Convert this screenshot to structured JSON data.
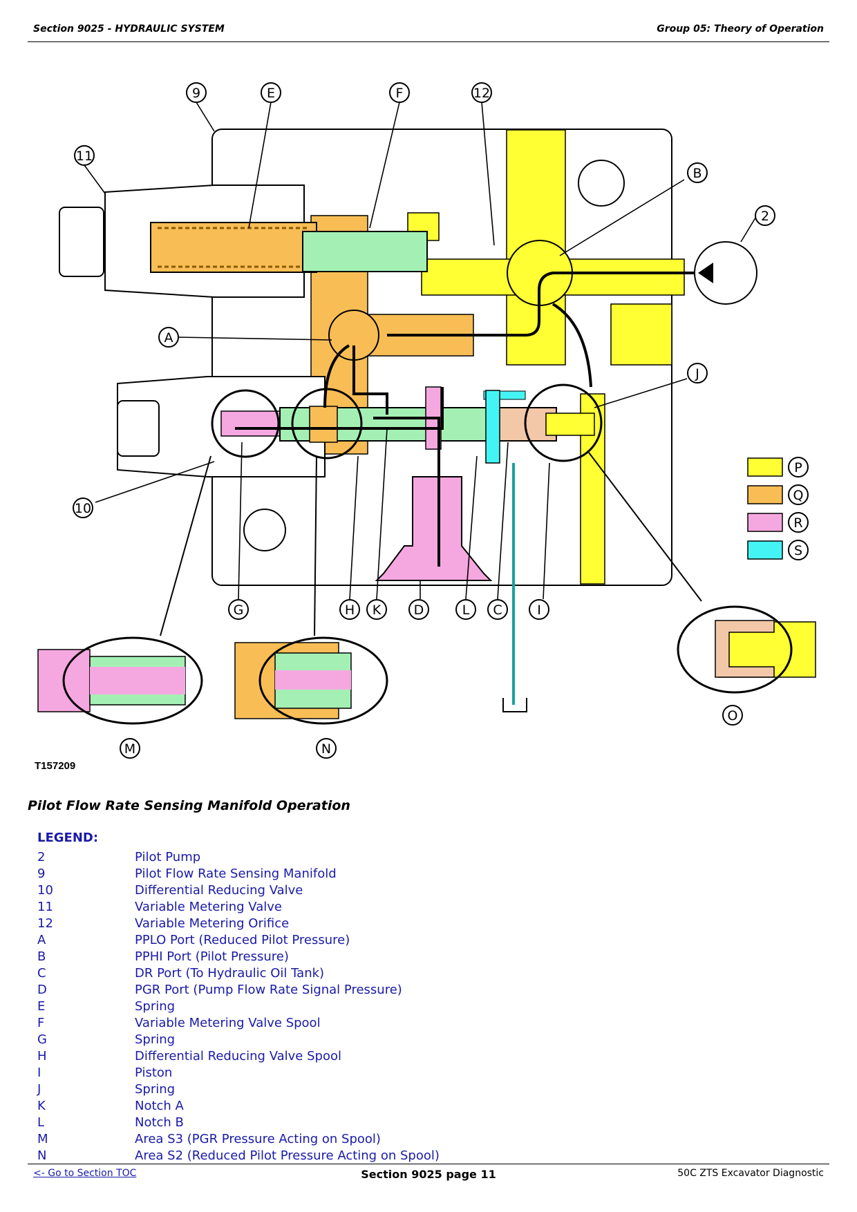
{
  "header": {
    "section": "Section 9025 - HYDRAULIC SYSTEM",
    "group": "Group 05: Theory of Operation"
  },
  "figure": {
    "id": "T157209",
    "caption": "Pilot Flow Rate Sensing Manifold Operation",
    "callouts": {
      "c9": "9",
      "cE": "E",
      "cF": "F",
      "c12": "12",
      "c11": "11",
      "cB": "B",
      "c2": "2",
      "cA": "A",
      "cJ": "J",
      "c10": "10",
      "cG": "G",
      "cH": "H",
      "cK": "K",
      "cD": "D",
      "cL": "L",
      "cC": "C",
      "cI": "I",
      "cM": "M",
      "cN": "N",
      "cO": "O"
    },
    "color_key": [
      {
        "label": "P",
        "color": "#ffff33"
      },
      {
        "label": "Q",
        "color": "#f8bd55"
      },
      {
        "label": "R",
        "color": "#f5a8e0"
      },
      {
        "label": "S",
        "color": "#44f4f4"
      }
    ],
    "colors": {
      "pilot_pressure": "#ffff33",
      "reduced_pilot": "#f8bd55",
      "signal_pressure": "#f5a8e0",
      "tank": "#44f4f4",
      "spool": "#a4f0b4",
      "piston": "#f2c8a8"
    }
  },
  "legend": {
    "title": "LEGEND:",
    "items": [
      {
        "key": "2",
        "text": "Pilot Pump"
      },
      {
        "key": "9",
        "text": "Pilot Flow Rate Sensing Manifold"
      },
      {
        "key": "10",
        "text": "Differential Reducing Valve"
      },
      {
        "key": "11",
        "text": "Variable Metering Valve"
      },
      {
        "key": "12",
        "text": "Variable Metering Orifice"
      },
      {
        "key": "A",
        "text": "PPLO Port (Reduced Pilot Pressure)"
      },
      {
        "key": "B",
        "text": "PPHI Port (Pilot Pressure)"
      },
      {
        "key": "C",
        "text": "DR Port (To Hydraulic Oil Tank)"
      },
      {
        "key": "D",
        "text": "PGR Port (Pump Flow Rate Signal Pressure)"
      },
      {
        "key": "E",
        "text": "Spring"
      },
      {
        "key": "F",
        "text": "Variable Metering Valve Spool"
      },
      {
        "key": "G",
        "text": "Spring"
      },
      {
        "key": "H",
        "text": "Differential Reducing Valve Spool"
      },
      {
        "key": "I",
        "text": "Piston"
      },
      {
        "key": "J",
        "text": "Spring"
      },
      {
        "key": "K",
        "text": "Notch A"
      },
      {
        "key": "L",
        "text": "Notch B"
      },
      {
        "key": "M",
        "text": "Area S3 (PGR Pressure Acting on Spool)"
      },
      {
        "key": "N",
        "text": "Area S2 (Reduced Pilot Pressure Acting on Spool)"
      }
    ]
  },
  "footer": {
    "toc_link": "<- Go to Section TOC",
    "page": "Section 9025 page 11",
    "doc": "50C ZTS Excavator Diagnostic"
  }
}
